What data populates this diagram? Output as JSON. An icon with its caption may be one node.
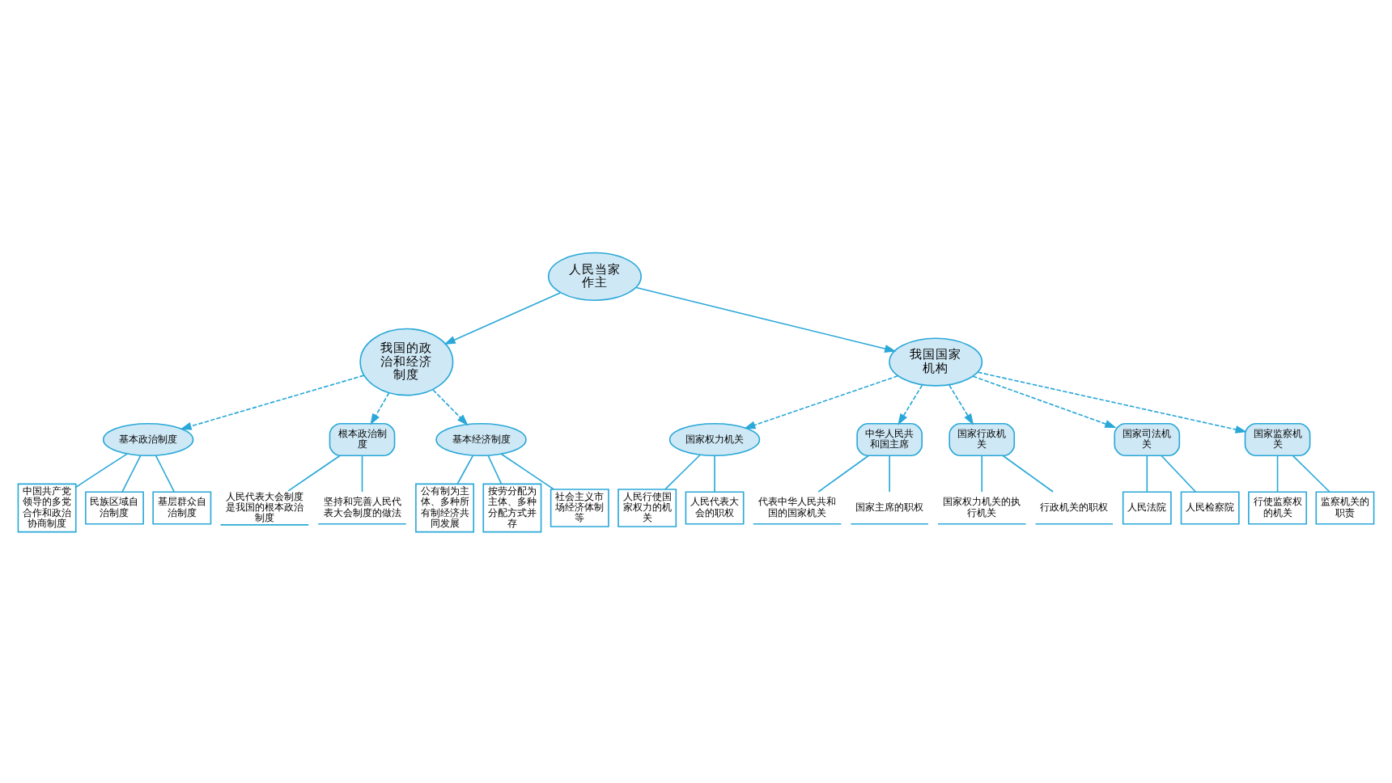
{
  "diagram": {
    "nodes": [
      {
        "text": [
          "人民当家作主"
        ]
      },
      {
        "text": [
          "我国的政治和经济制度"
        ]
      },
      {
        "text": [
          "基本政治制度"
        ]
      },
      {
        "text": [
          "中国共产党领导的多党合作和政治协商制度"
        ]
      },
      {
        "text": [
          "民族区域自治制度"
        ]
      },
      {
        "text": [
          "基层群众自治制度"
        ]
      },
      {
        "text": [
          "根本政治制度"
        ]
      },
      {
        "text": [
          "人民代表大会制度是我国的根本政治制度"
        ]
      },
      {
        "text": [
          "坚持和完善人民代表大会制度的做法"
        ]
      },
      {
        "text": [
          "基本经济制度"
        ]
      },
      {
        "text": [
          "公有制为主体、多种所有制经济共同发展"
        ]
      },
      {
        "text": [
          "按劳分配为主体、多种分配方式并存"
        ]
      },
      {
        "text": [
          "社会主义市场经济体制等"
        ]
      },
      {
        "text": [
          "我国国家机构"
        ]
      },
      {
        "text": [
          "国家权力机关"
        ]
      },
      {
        "text": [
          "人民行使国家权力的机关"
        ]
      },
      {
        "text": [
          "人民代表大会的职权"
        ]
      },
      {
        "text": [
          "中华人民共和国主席"
        ]
      },
      {
        "text": [
          "代表中华人民共和国的国家机关"
        ]
      },
      {
        "text": [
          "国家主席的职权"
        ]
      },
      {
        "text": [
          "国家行政机关"
        ]
      },
      {
        "text": [
          "国家权力机关的执行机关"
        ]
      },
      {
        "text": [
          "行政机关的职权"
        ]
      },
      {
        "text": [
          "国家司法机关"
        ]
      },
      {
        "text": [
          "人民法院"
        ]
      },
      {
        "text": [
          "人民检察院"
        ]
      },
      {
        "text": [
          "国家监察机关"
        ]
      },
      {
        "text": [
          "行使监察权的机关"
        ]
      },
      {
        "text": [
          "监察机关的职责"
        ]
      }
    ],
    "edges": [
      {
        "from": 0,
        "to": 1,
        "arrow": "to"
      },
      {
        "from": 1,
        "to": 2,
        "arrow": "to",
        "style": "dashed"
      },
      {
        "from": 2,
        "to": 3,
        "arrow": "none"
      },
      {
        "from": 2,
        "to": 4,
        "arrow": "none"
      },
      {
        "from": 2,
        "to": 5,
        "arrow": "none"
      },
      {
        "from": 1,
        "to": 6,
        "arrow": "to",
        "style": "dashed"
      },
      {
        "from": 6,
        "to": 7,
        "arrow": "none"
      },
      {
        "from": 6,
        "to": 8,
        "arrow": "none"
      },
      {
        "from": 1,
        "to": 9,
        "arrow": "to",
        "style": "dashed"
      },
      {
        "from": 9,
        "to": 10,
        "arrow": "none"
      },
      {
        "from": 9,
        "to": 11,
        "arrow": "none"
      },
      {
        "from": 9,
        "to": 12,
        "arrow": "none"
      },
      {
        "from": 0,
        "to": 13,
        "arrow": "to"
      },
      {
        "from": 13,
        "to": 14,
        "arrow": "to",
        "style": "dashed"
      },
      {
        "from": 14,
        "to": 15,
        "arrow": "none"
      },
      {
        "from": 14,
        "to": 16,
        "arrow": "none"
      },
      {
        "from": 13,
        "to": 17,
        "arrow": "to",
        "style": "dashed"
      },
      {
        "from": 17,
        "to": 18,
        "arrow": "none"
      },
      {
        "from": 17,
        "to": 19,
        "arrow": "none"
      },
      {
        "from": 13,
        "to": 20,
        "arrow": "to",
        "style": "dashed"
      },
      {
        "from": 20,
        "to": 21,
        "arrow": "none"
      },
      {
        "from": 20,
        "to": 22,
        "arrow": "none"
      },
      {
        "from": 13,
        "to": 23,
        "arrow": "to",
        "style": "dashed"
      },
      {
        "from": 23,
        "to": 24,
        "arrow": "none"
      },
      {
        "from": 23,
        "to": 25,
        "arrow": "none"
      },
      {
        "from": 13,
        "to": 26,
        "arrow": "to",
        "style": "dashed"
      },
      {
        "from": 26,
        "to": 27,
        "arrow": "none"
      },
      {
        "from": 26,
        "to": 28,
        "arrow": "none"
      }
    ]
  }
}
